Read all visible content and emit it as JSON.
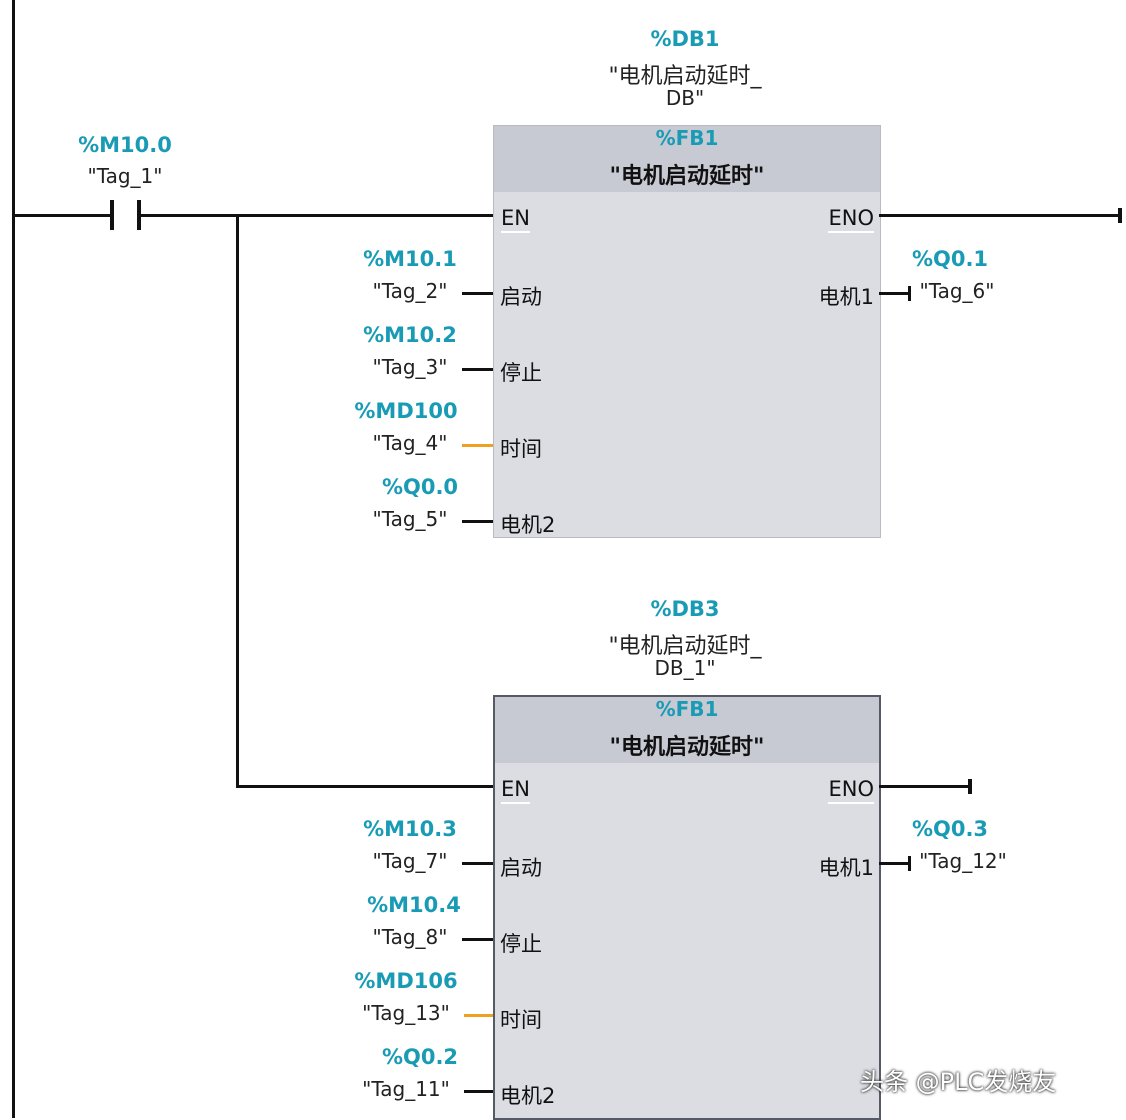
{
  "contact": {
    "address": "%M10.0",
    "symbol": "\"Tag_1\""
  },
  "blocks": [
    {
      "db_address": "%DB1",
      "db_name_line1": "\"电机启动延时_",
      "db_name_line2": "DB\"",
      "fb_address": "%FB1",
      "fb_name": "\"电机启动延时\"",
      "en": "EN",
      "eno": "ENO",
      "inputs": [
        {
          "address": "%M10.1",
          "symbol": "\"Tag_2\"",
          "pin": "启动"
        },
        {
          "address": "%M10.2",
          "symbol": "\"Tag_3\"",
          "pin": "停止"
        },
        {
          "address": "%MD100",
          "symbol": "\"Tag_4\"",
          "pin": "时间"
        },
        {
          "address": "%Q0.0",
          "symbol": "\"Tag_5\"",
          "pin": "电机2"
        }
      ],
      "output": {
        "address": "%Q0.1",
        "symbol": "\"Tag_6\"",
        "pin": "电机1"
      }
    },
    {
      "db_address": "%DB3",
      "db_name_line1": "\"电机启动延时_",
      "db_name_line2": "DB_1\"",
      "fb_address": "%FB1",
      "fb_name": "\"电机启动延时\"",
      "en": "EN",
      "eno": "ENO",
      "inputs": [
        {
          "address": "%M10.3",
          "symbol": "\"Tag_7\"",
          "pin": "启动"
        },
        {
          "address": "%M10.4",
          "symbol": "\"Tag_8\"",
          "pin": "停止"
        },
        {
          "address": "%MD106",
          "symbol": "\"Tag_13\"",
          "pin": "时间"
        },
        {
          "address": "%Q0.2",
          "symbol": "\"Tag_11\"",
          "pin": "电机2"
        }
      ],
      "output": {
        "address": "%Q0.3",
        "symbol": "\"Tag_12\"",
        "pin": "电机1"
      }
    }
  ],
  "colors": {
    "address": "#1a9bb5",
    "block_body": "#dcdde3",
    "block_header": "#c8cad3",
    "time_wire": "#f0a020"
  },
  "watermark": "头条 @PLC发烧友"
}
